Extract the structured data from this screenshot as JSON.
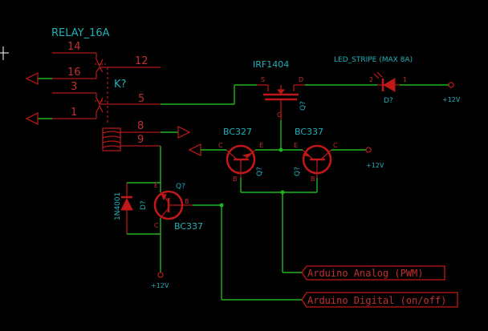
{
  "relay": {
    "title": "RELAY_16A",
    "ref": "K?",
    "pins": [
      "14",
      "12",
      "16",
      "3",
      "5",
      "1",
      "8",
      "9"
    ]
  },
  "mosfet": {
    "value": "IRF1404",
    "ref": "Q?",
    "pin_s": "S",
    "pin_d": "D",
    "pin_g": "G"
  },
  "led": {
    "value": "LED_STRIPE (MAX 8A)",
    "ref": "D?",
    "pin_2": "2",
    "pin_1": "1"
  },
  "bc327": {
    "value": "BC327",
    "ref": "Q?",
    "pin_c": "C",
    "pin_e": "E",
    "pin_b": "B"
  },
  "bc337_top": {
    "value": "BC337",
    "ref": "Q?",
    "pin_e": "E",
    "pin_c": "C",
    "pin_b": "B"
  },
  "bc337_low": {
    "value": "BC337",
    "ref": "Q?",
    "pin_e": "E",
    "pin_b": "B",
    "pin_c": "C"
  },
  "diode": {
    "value": "1N4001",
    "ref": "D?"
  },
  "power": {
    "vcc_label": "+12V"
  },
  "labels": {
    "analog": "Arduino Analog (PWM)",
    "digital": "Arduino Digital (on/off)"
  },
  "colors": {
    "wire": "#1fb41f",
    "part": "#c01818",
    "text": "#1fb0b8",
    "background": "#000000"
  }
}
